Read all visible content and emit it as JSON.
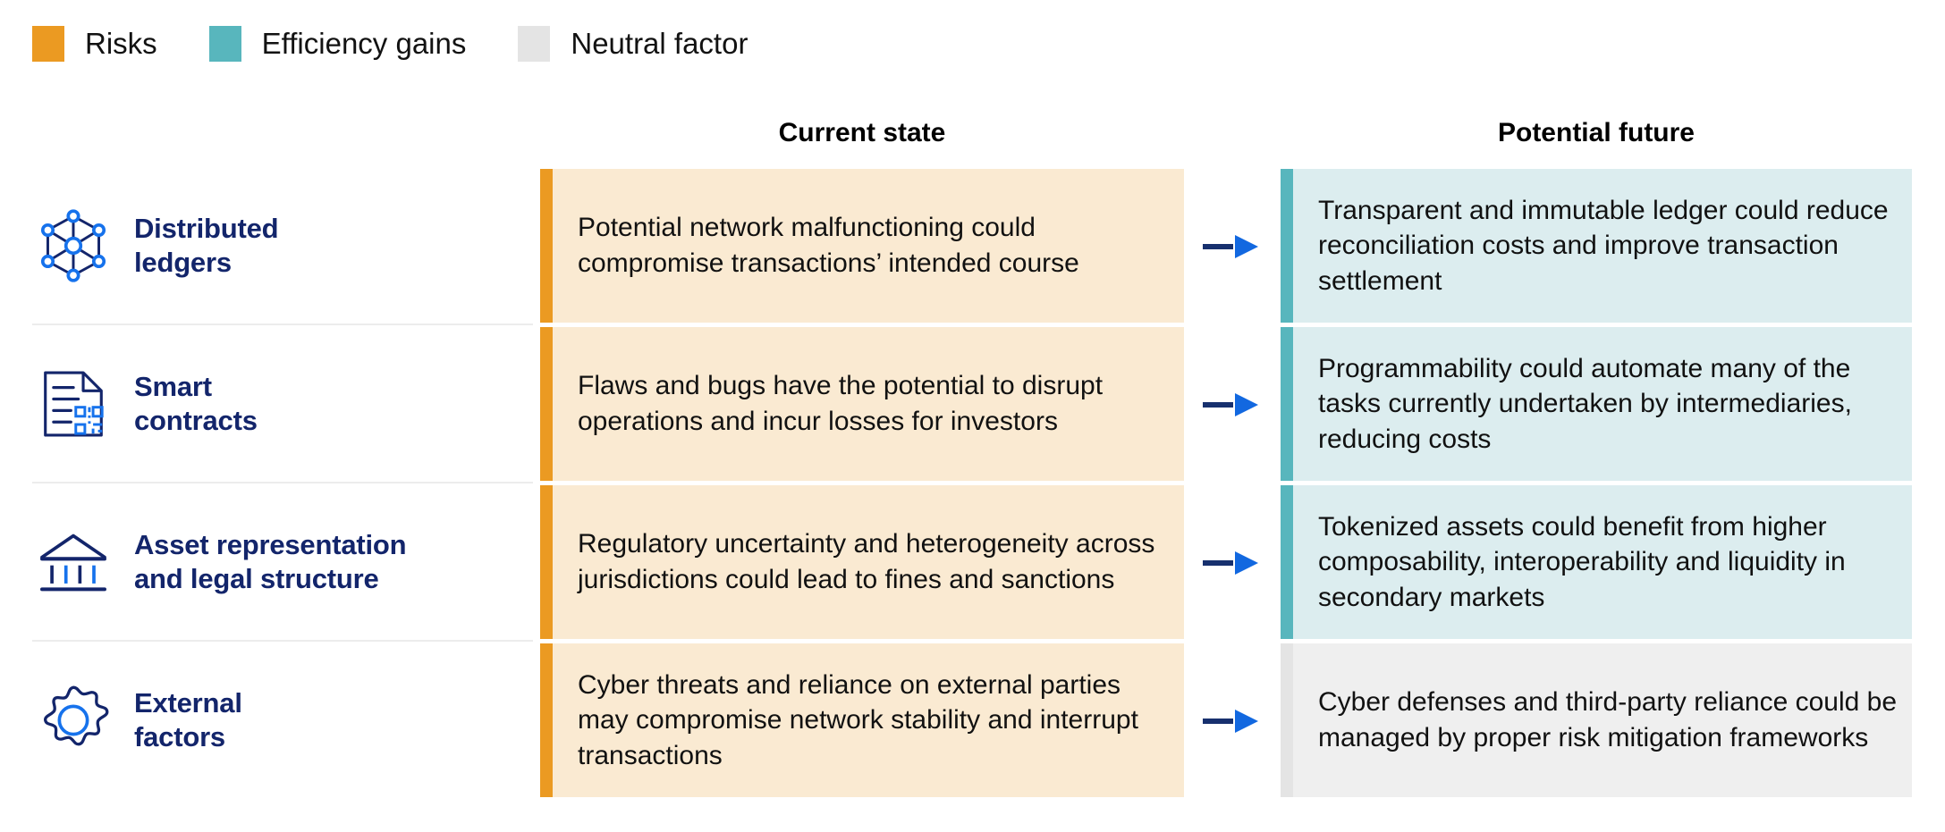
{
  "legend": {
    "items": [
      {
        "label": "Risks",
        "color": "#eb9a22",
        "swatch": "legend-swatch-risks"
      },
      {
        "label": "Efficiency gains",
        "color": "#58b6bd",
        "swatch": "legend-swatch-efficiency"
      },
      {
        "label": "Neutral factor",
        "color": "#e4e4e4",
        "swatch": "legend-swatch-neutral"
      }
    ]
  },
  "columns": {
    "current": "Current state",
    "future": "Potential future"
  },
  "colors": {
    "risk_bar": "#eb9a22",
    "risk_bg": "#faead2",
    "gain_bar": "#58b6bd",
    "gain_bg": "#dcedef",
    "neutral_bar": "#e4e4e4",
    "neutral_bg": "#efefef",
    "label_navy": "#13256b",
    "icon_navy": "#13256b",
    "icon_blue": "#1672ec",
    "arrow_blue": "#1268e0",
    "arrow_navy": "#17306e",
    "divider": "#ececec"
  },
  "rows": [
    {
      "icon": "distributed-ledger-network-icon",
      "label_line1": "Distributed",
      "label_line2": "ledgers",
      "current": {
        "text": "Potential network malfunctioning could compromise transactions’ intended course",
        "category": "Risks"
      },
      "future": {
        "text": "Transparent and immutable ledger could reduce reconciliation costs and improve transaction settlement",
        "category": "Efficiency gains"
      }
    },
    {
      "icon": "smart-contract-document-icon",
      "label_line1": "Smart",
      "label_line2": "contracts",
      "current": {
        "text": "Flaws and bugs have the potential to disrupt operations and incur losses for  investors",
        "category": "Risks"
      },
      "future": {
        "text": "Programmability could automate many of the tasks currently undertaken by intermediaries, reducing costs",
        "category": "Efficiency gains"
      }
    },
    {
      "icon": "bank-institution-icon",
      "label_line1": "Asset representation",
      "label_line2": "and legal structure",
      "current": {
        "text": "Regulatory uncertainty and heterogeneity across jurisdictions could lead to fines and sanctions",
        "category": "Risks"
      },
      "future": {
        "text": "Tokenized assets could benefit from higher composability, interoperability and liquidity in secondary markets",
        "category": "Efficiency gains"
      }
    },
    {
      "icon": "gear-cog-icon",
      "label_line1": "External",
      "label_line2": "factors",
      "current": {
        "text": "Cyber threats and reliance on external parties may compromise network stability and interrupt transactions",
        "category": "Risks"
      },
      "future": {
        "text": "Cyber defenses and third-party reliance could be managed by proper risk mitigation frameworks",
        "category": "Neutral factor"
      }
    }
  ]
}
